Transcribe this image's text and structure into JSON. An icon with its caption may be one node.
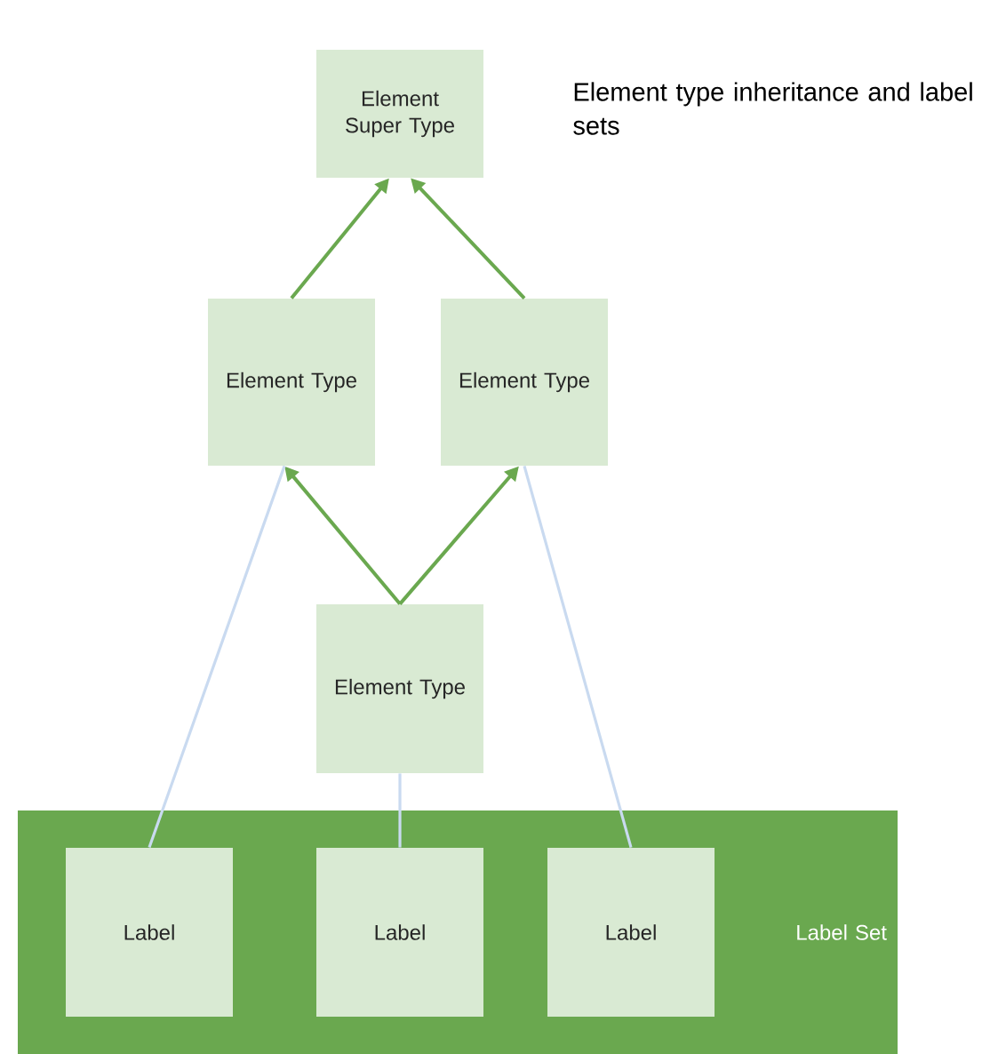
{
  "diagram": {
    "title": "Element type inheritance and label sets",
    "nodes": [
      {
        "text": [
          "Element Super Type"
        ]
      },
      {
        "text": [
          "Element Type"
        ]
      },
      {
        "text": [
          "Element Type"
        ]
      },
      {
        "text": [
          "Element Type"
        ]
      },
      {
        "text": [
          "Label Set"
        ]
      },
      {
        "text": [
          "Label"
        ],
        "in": 4
      },
      {
        "text": [
          "Label"
        ],
        "in": 4
      },
      {
        "text": [
          "Label"
        ],
        "in": 4
      }
    ],
    "edges": [
      {
        "from": 1,
        "to": 0,
        "arrow": "to"
      },
      {
        "from": 2,
        "to": 0,
        "arrow": "to"
      },
      {
        "from": 3,
        "to": 1,
        "arrow": "to"
      },
      {
        "from": 3,
        "to": 2,
        "arrow": "to"
      },
      {
        "from": 5,
        "to": 1,
        "arrow": "none",
        "color": "#c9daf0"
      },
      {
        "from": 6,
        "to": 3,
        "arrow": "none",
        "color": "#c9daf0"
      },
      {
        "from": 7,
        "to": 2,
        "arrow": "none",
        "color": "#c9daf0"
      }
    ]
  }
}
